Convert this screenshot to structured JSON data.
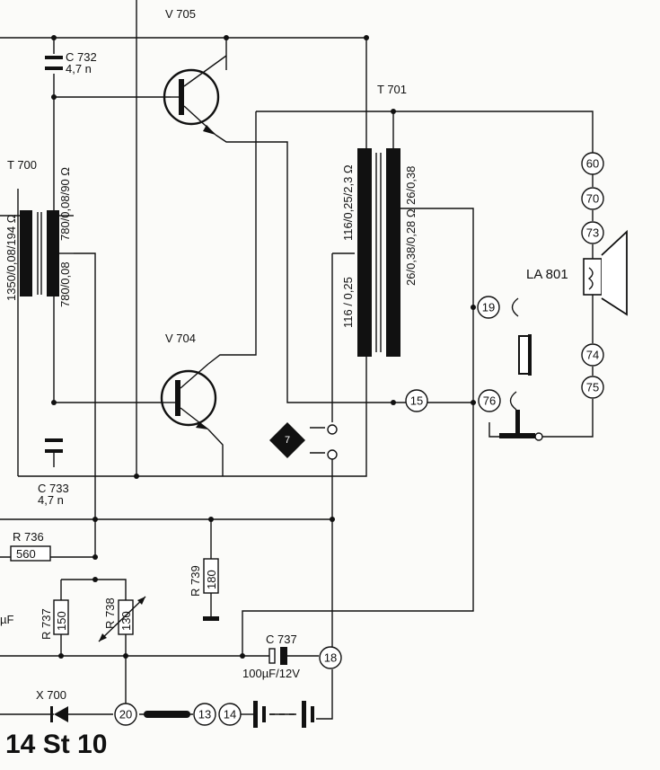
{
  "labels": {
    "v705": "V 705",
    "v704": "V 704",
    "t701": "T 701",
    "t700": "T 700",
    "c732": "C 732",
    "c732_val": "4,7 n",
    "c733": "C 733",
    "c733_val": "4,7 n",
    "t700_w1": "1350/0,08/194 Ω",
    "t700_w2": "780/0,08/90 Ω",
    "t700_w3": "780/0,08",
    "t701_w1": "116/0,25/2,3 Ω",
    "t701_w2": "116 / 0,25",
    "t701_w3": "26/0,38",
    "t701_w4": "26/0,38/0,28 Ω",
    "la801": "LA 801",
    "r736": "R 736",
    "r736_val": "560",
    "r737": "R 737",
    "r737_val": "150",
    "r738": "R 738",
    "r738_val": "130",
    "r739": "R 739",
    "r739_val": "180",
    "c737": "C 737",
    "c737_val": "100µF/12V",
    "x700": "X 700",
    "uf": "µF",
    "page_ref": "14 St 10",
    "diamond": "7"
  },
  "terminals": [
    "60",
    "70",
    "73",
    "74",
    "75",
    "19",
    "76",
    "15",
    "18",
    "20",
    "13",
    "14"
  ]
}
